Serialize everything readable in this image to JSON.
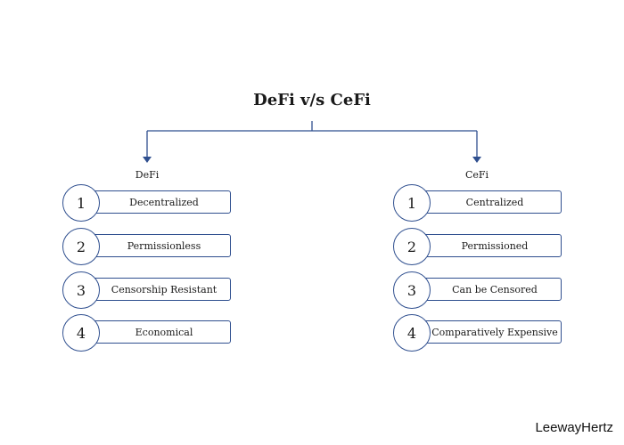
{
  "title": "DeFi v/s CeFi",
  "left": {
    "label": "DeFi",
    "items": [
      {
        "number": "1",
        "text": "Decentralized"
      },
      {
        "number": "2",
        "text": "Permissionless"
      },
      {
        "number": "3",
        "text": "Censorship Resistant"
      },
      {
        "number": "4",
        "text": "Economical"
      }
    ]
  },
  "right": {
    "label": "CeFi",
    "items": [
      {
        "number": "1",
        "text": "Centralized"
      },
      {
        "number": "2",
        "text": "Permissioned"
      },
      {
        "number": "3",
        "text": "Can be Censored"
      },
      {
        "number": "4",
        "text": "Comparatively Expensive"
      }
    ]
  },
  "brand": "LeewayHertz",
  "colors": {
    "accent": "#2f4f8f"
  }
}
